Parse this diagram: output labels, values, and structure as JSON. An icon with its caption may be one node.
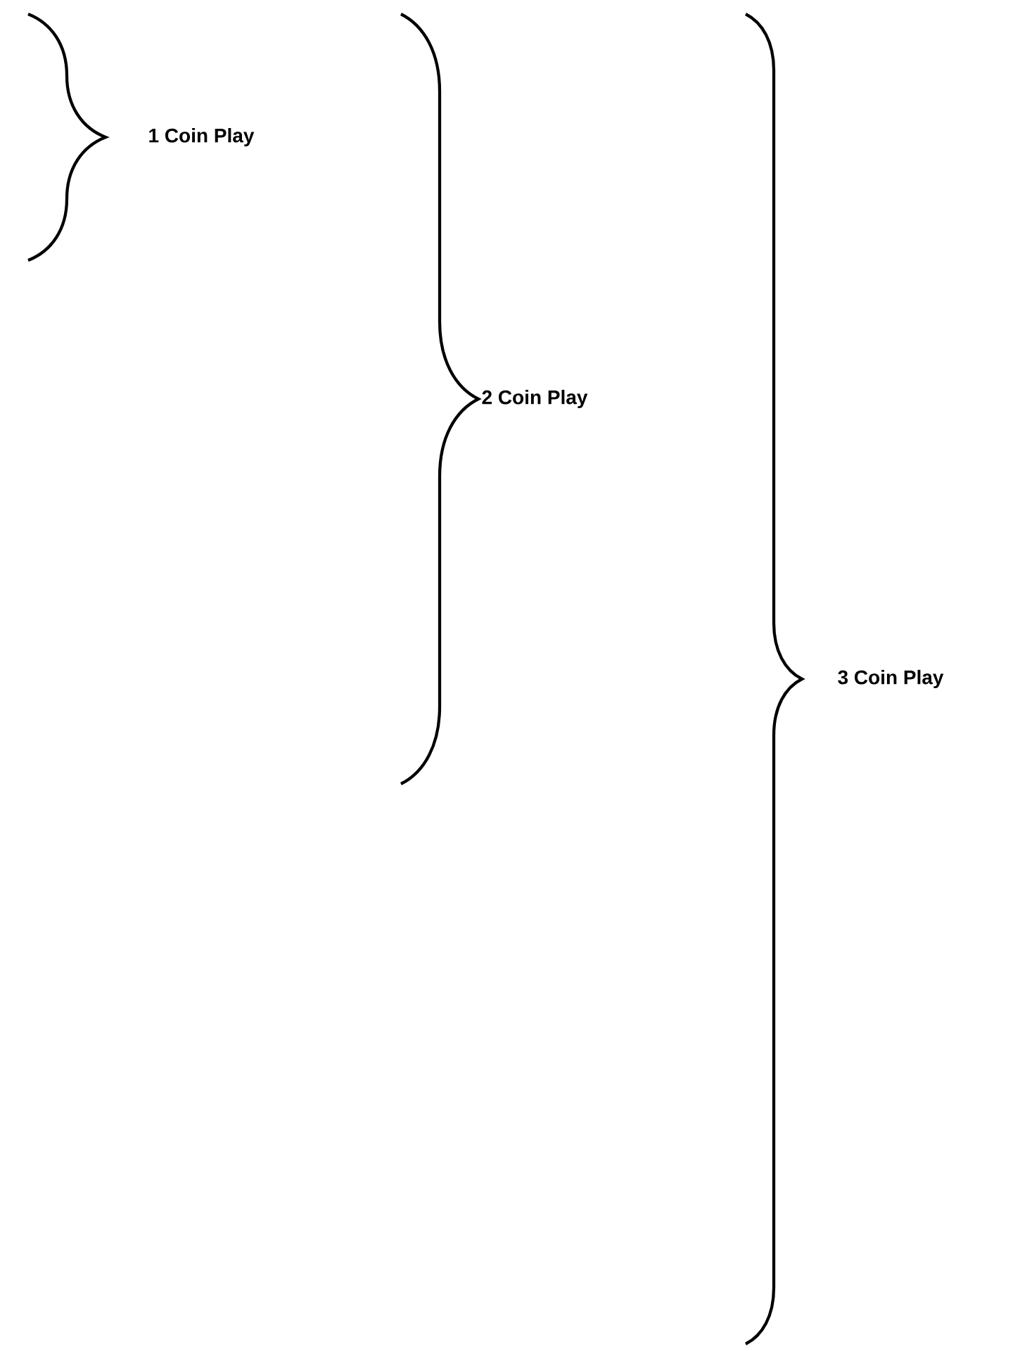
{
  "diagram": {
    "labels": [
      "1 Coin Play",
      "2 Coin Play",
      "3 Coin Play"
    ]
  }
}
